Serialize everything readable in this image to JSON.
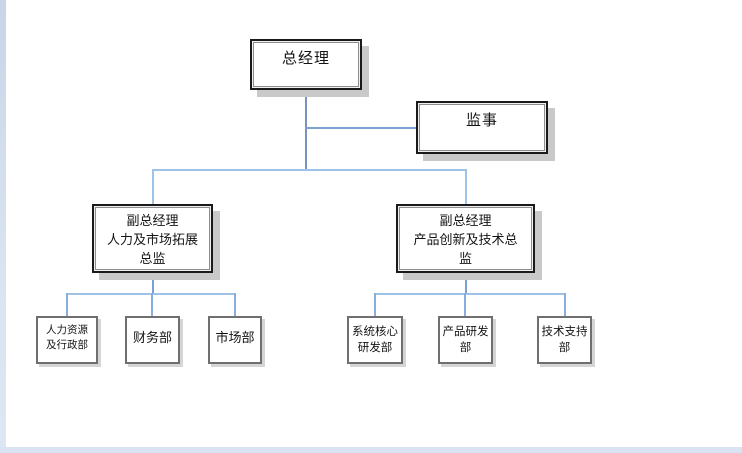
{
  "nodes": {
    "gm": {
      "role": "general-manager",
      "lines": [
        "总经理"
      ]
    },
    "supervisor": {
      "role": "supervisor",
      "lines": [
        "监事"
      ]
    },
    "vp_hr": {
      "role": "vp-hr-and-market-expansion",
      "lines": [
        "副总经理",
        "人力及市场拓展",
        "总监"
      ]
    },
    "vp_tech": {
      "role": "vp-product-innovation-tech",
      "lines": [
        "副总经理",
        "产品创新及技术总",
        "监"
      ]
    },
    "hr_admin": {
      "role": "hr-and-admin-dept",
      "lines": [
        "人力资源",
        "及行政部"
      ]
    },
    "finance": {
      "role": "finance-dept",
      "lines": [
        "财务部"
      ]
    },
    "marketing": {
      "role": "marketing-dept",
      "lines": [
        "市场部"
      ]
    },
    "sys_rd": {
      "role": "system-core-rd-dept",
      "lines": [
        "系统核心",
        "研发部"
      ]
    },
    "prod_rd": {
      "role": "product-rd-dept",
      "lines": [
        "产品研发",
        "部"
      ]
    },
    "tech_sup": {
      "role": "tech-support-dept",
      "lines": [
        "技术支持",
        "部"
      ]
    }
  },
  "edges": [
    {
      "from": "总经理",
      "to": "监事"
    },
    {
      "from": "总经理",
      "to": "副总经理 人力及市场拓展总监"
    },
    {
      "from": "总经理",
      "to": "副总经理 产品创新及技术总监"
    },
    {
      "from": "副总经理 人力及市场拓展总监",
      "to": "人力资源及行政部"
    },
    {
      "from": "副总经理 人力及市场拓展总监",
      "to": "财务部"
    },
    {
      "from": "副总经理 人力及市场拓展总监",
      "to": "市场部"
    },
    {
      "from": "副总经理 产品创新及技术总监",
      "to": "系统核心研发部"
    },
    {
      "from": "副总经理 产品创新及技术总监",
      "to": "产品研发部"
    },
    {
      "from": "副总经理 产品创新及技术总监",
      "to": "技术支持部"
    }
  ],
  "colors": {
    "connector_light": "#9fc3e6",
    "connector_dark": "#7792c3",
    "connector_mid": "#87aedd",
    "top_box_border": "#1a1a1a",
    "dept_box_border": "#6f6f6f",
    "box_shadow": "#c9c9c9",
    "page_edge_band": "#d9e3f1"
  }
}
